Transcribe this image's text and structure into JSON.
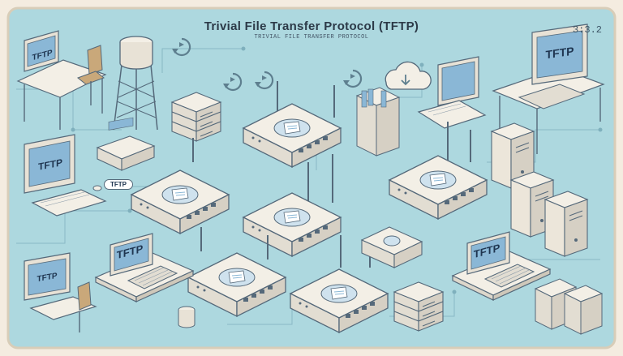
{
  "header": {
    "title": "Trivial File Transfer Protocol (TFTP)",
    "subtitle": "TRIVIAL FILE TRANSFER PROTOCOL",
    "version": "3:3.2"
  },
  "screen_label": "TFTP",
  "badge_label": "TFTP",
  "colors": {
    "background": "#add8df",
    "frame": "#f4ece0",
    "device_body": "#f3efe6",
    "screen_blue": "#8ab7d6",
    "outline": "#55697a"
  },
  "icons": [
    "recycle-icon",
    "cloud-refresh-icon",
    "water-tower-icon",
    "server-stack-icon",
    "router-icon",
    "computer-icon",
    "office-chair-icon",
    "desk-icon",
    "tower-server-icon",
    "file-cabinet-icon"
  ]
}
